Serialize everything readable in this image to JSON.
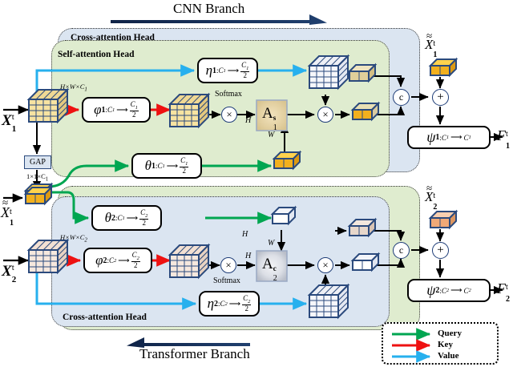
{
  "figure": {
    "top_banner_label": "CNN Branch",
    "bottom_banner_label": "Transformer Branch"
  },
  "branch1": {
    "cross_head_label": "Cross-attention Head",
    "self_head_label": "Self-attention Head",
    "input_label": "X",
    "input_sub": "1",
    "input_sup": "t",
    "tensor_dims_label": "H×W×C",
    "tensor_dims_sub": "1",
    "gap_label": "GAP",
    "gap_out_label": "1×1×C",
    "gap_out_sub": "1",
    "value_op": "η",
    "value_op_sub": "1",
    "value_op_map_from": "C",
    "value_op_map_from_sub": "1",
    "value_op_map_to_num": "C",
    "value_op_map_to_num_sub": "1",
    "value_op_map_to_den": "2",
    "key_op": "φ",
    "key_op_sub": "1",
    "key_op_map_from": "C",
    "key_op_map_from_sub": "1",
    "key_op_map_to_num": "C",
    "key_op_map_to_num_sub": "1",
    "key_op_map_to_den": "2",
    "query_op": "θ",
    "query_op_sub": "1",
    "query_op_map_from": "C",
    "query_op_map_from_sub": "1",
    "query_op_map_to_num": "C",
    "query_op_map_to_num_sub": "1",
    "query_op_map_to_den": "2",
    "softmax_label": "Softmax",
    "attn_label": "A",
    "attn_sub": "1",
    "attn_sup": "s",
    "attn_axis_h": "H",
    "attn_axis_w": "W",
    "concat_label": "c",
    "add_label": "+",
    "multiply_label": "×",
    "skip_label": "X",
    "skip_sub": "1",
    "skip_sup": "t",
    "out_op": "ψ",
    "out_op_sub": "1",
    "out_op_map_from": "C",
    "out_op_map_from_sub": "1",
    "out_op_map_to": "C",
    "out_op_map_to_sub": "1",
    "output_label": "F",
    "output_sub": "1",
    "output_sup": "t"
  },
  "branch2": {
    "cross_head_label": "Cross-attention Head",
    "input_label": "X",
    "input_sub": "2",
    "input_sup": "t",
    "side_input_label": "X",
    "side_input_sub": "1",
    "side_input_sup": "t",
    "tensor_dims_label": "H×W×C",
    "tensor_dims_sub": "2",
    "value_op": "η",
    "value_op_sub": "2",
    "value_op_map_from": "C",
    "value_op_map_from_sub": "2",
    "value_op_map_to_num": "C",
    "value_op_map_to_num_sub": "2",
    "value_op_map_to_den": "2",
    "key_op": "φ",
    "key_op_sub": "2",
    "key_op_map_from": "C",
    "key_op_map_from_sub": "2",
    "key_op_map_to_num": "C",
    "key_op_map_to_num_sub": "2",
    "key_op_map_to_den": "2",
    "query_op": "θ",
    "query_op_sub": "2",
    "query_op_map_from": "C",
    "query_op_map_from_sub": "1",
    "query_op_map_to_num": "C",
    "query_op_map_to_num_sub": "2",
    "query_op_map_to_den": "2",
    "softmax_label": "Softmax",
    "attn_label": "A",
    "attn_sub": "2",
    "attn_sup": "c",
    "attn_axis_h": "H",
    "attn_axis_w": "W",
    "concat_label": "c",
    "add_label": "+",
    "multiply_label": "×",
    "skip_label": "X",
    "skip_sub": "2",
    "skip_sup": "t",
    "out_op": "ψ",
    "out_op_sub": "2",
    "out_op_map_from": "C",
    "out_op_map_from_sub": "2",
    "out_op_map_to": "C",
    "out_op_map_to_sub": "2",
    "output_label": "F",
    "output_sub": "2",
    "output_sup": "t"
  },
  "legend": {
    "items": [
      {
        "label": "Query",
        "color": "#00a651"
      },
      {
        "label": "Key",
        "color": "#ee1111"
      },
      {
        "label": "Value",
        "color": "#27b0ee"
      }
    ]
  },
  "colors": {
    "query": "#00a651",
    "key": "#ee1111",
    "value": "#27b0ee",
    "flow": "#000000",
    "panel_green": "#dfecd5",
    "panel_blue": "#dbe5f1",
    "cube_edge": "#2b4a7d",
    "cube_face_yellow": "#f7e3a1",
    "cube_face_pink": "#f6e3d7",
    "banner": "#16305c"
  }
}
